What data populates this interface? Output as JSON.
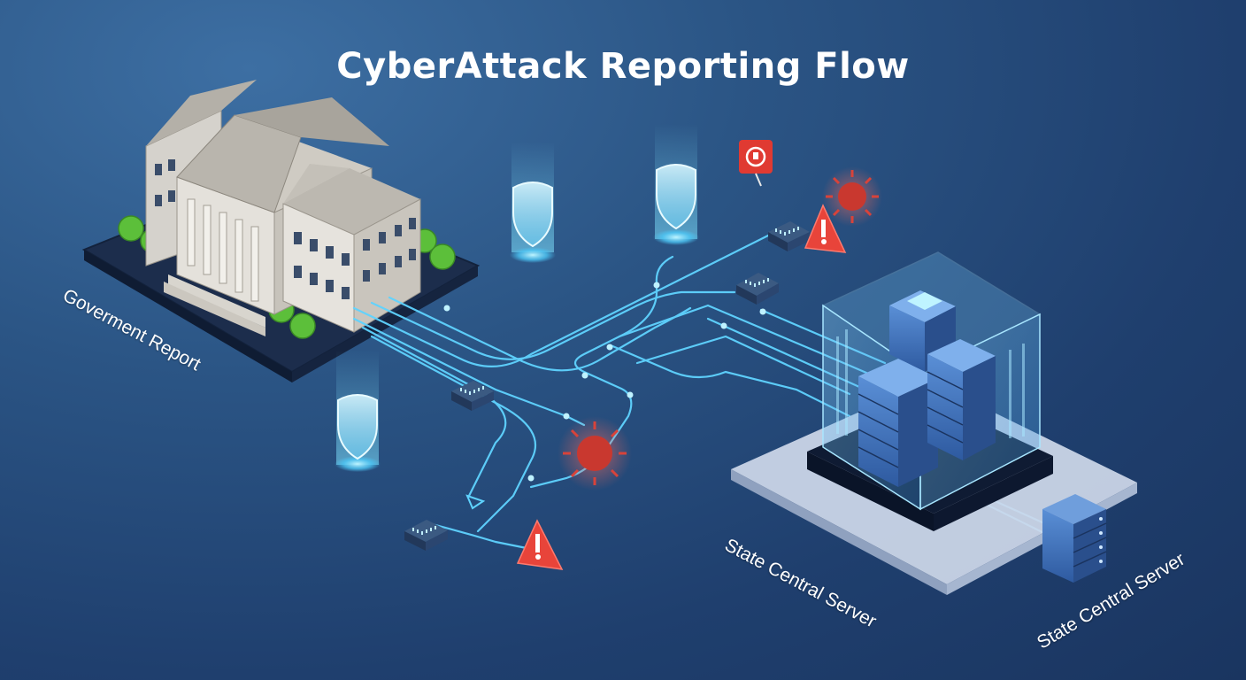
{
  "title": "CyberAttack Reporting Flow",
  "labels": {
    "government": "Goverment Report",
    "central_server": "State Central Server",
    "central_server_rack": "State Central Server"
  },
  "colors": {
    "flow_line": "#5fd3ff",
    "shield_glow": "#7fe3ff",
    "threat_red": "#e8443a",
    "virus": "#d8433a"
  },
  "icons": [
    "shield-icon",
    "warning-icon",
    "virus-icon",
    "alert-badge-icon",
    "network-switch-icon",
    "server-rack-icon",
    "government-building-icon"
  ]
}
